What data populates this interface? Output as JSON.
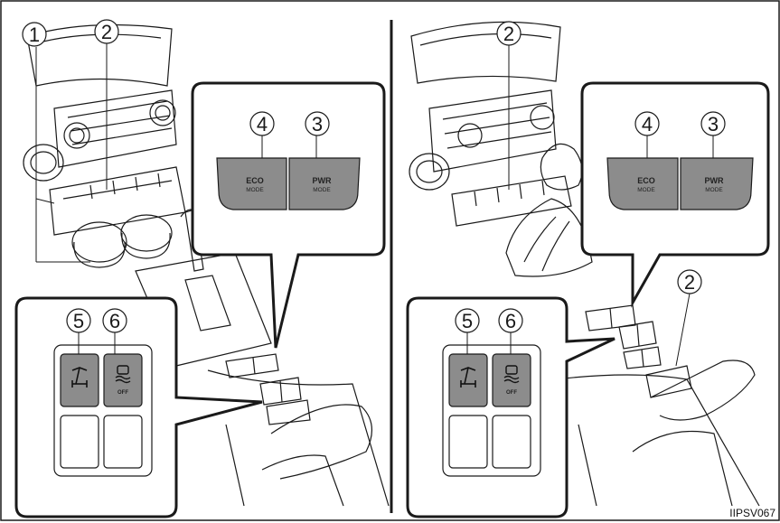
{
  "figure_code": "IIPSV067",
  "callout_numbers": [
    "1",
    "2",
    "3",
    "4",
    "5",
    "6"
  ],
  "buttons": {
    "eco": {
      "label": "ECO",
      "sub": "MODE"
    },
    "pwr": {
      "label": "PWR",
      "sub": "MODE"
    },
    "vsc_off": "OFF"
  },
  "colors": {
    "line": "#1a1a1a",
    "button_fill": "#8c8c8c",
    "panel_fill": "#ffffff"
  }
}
